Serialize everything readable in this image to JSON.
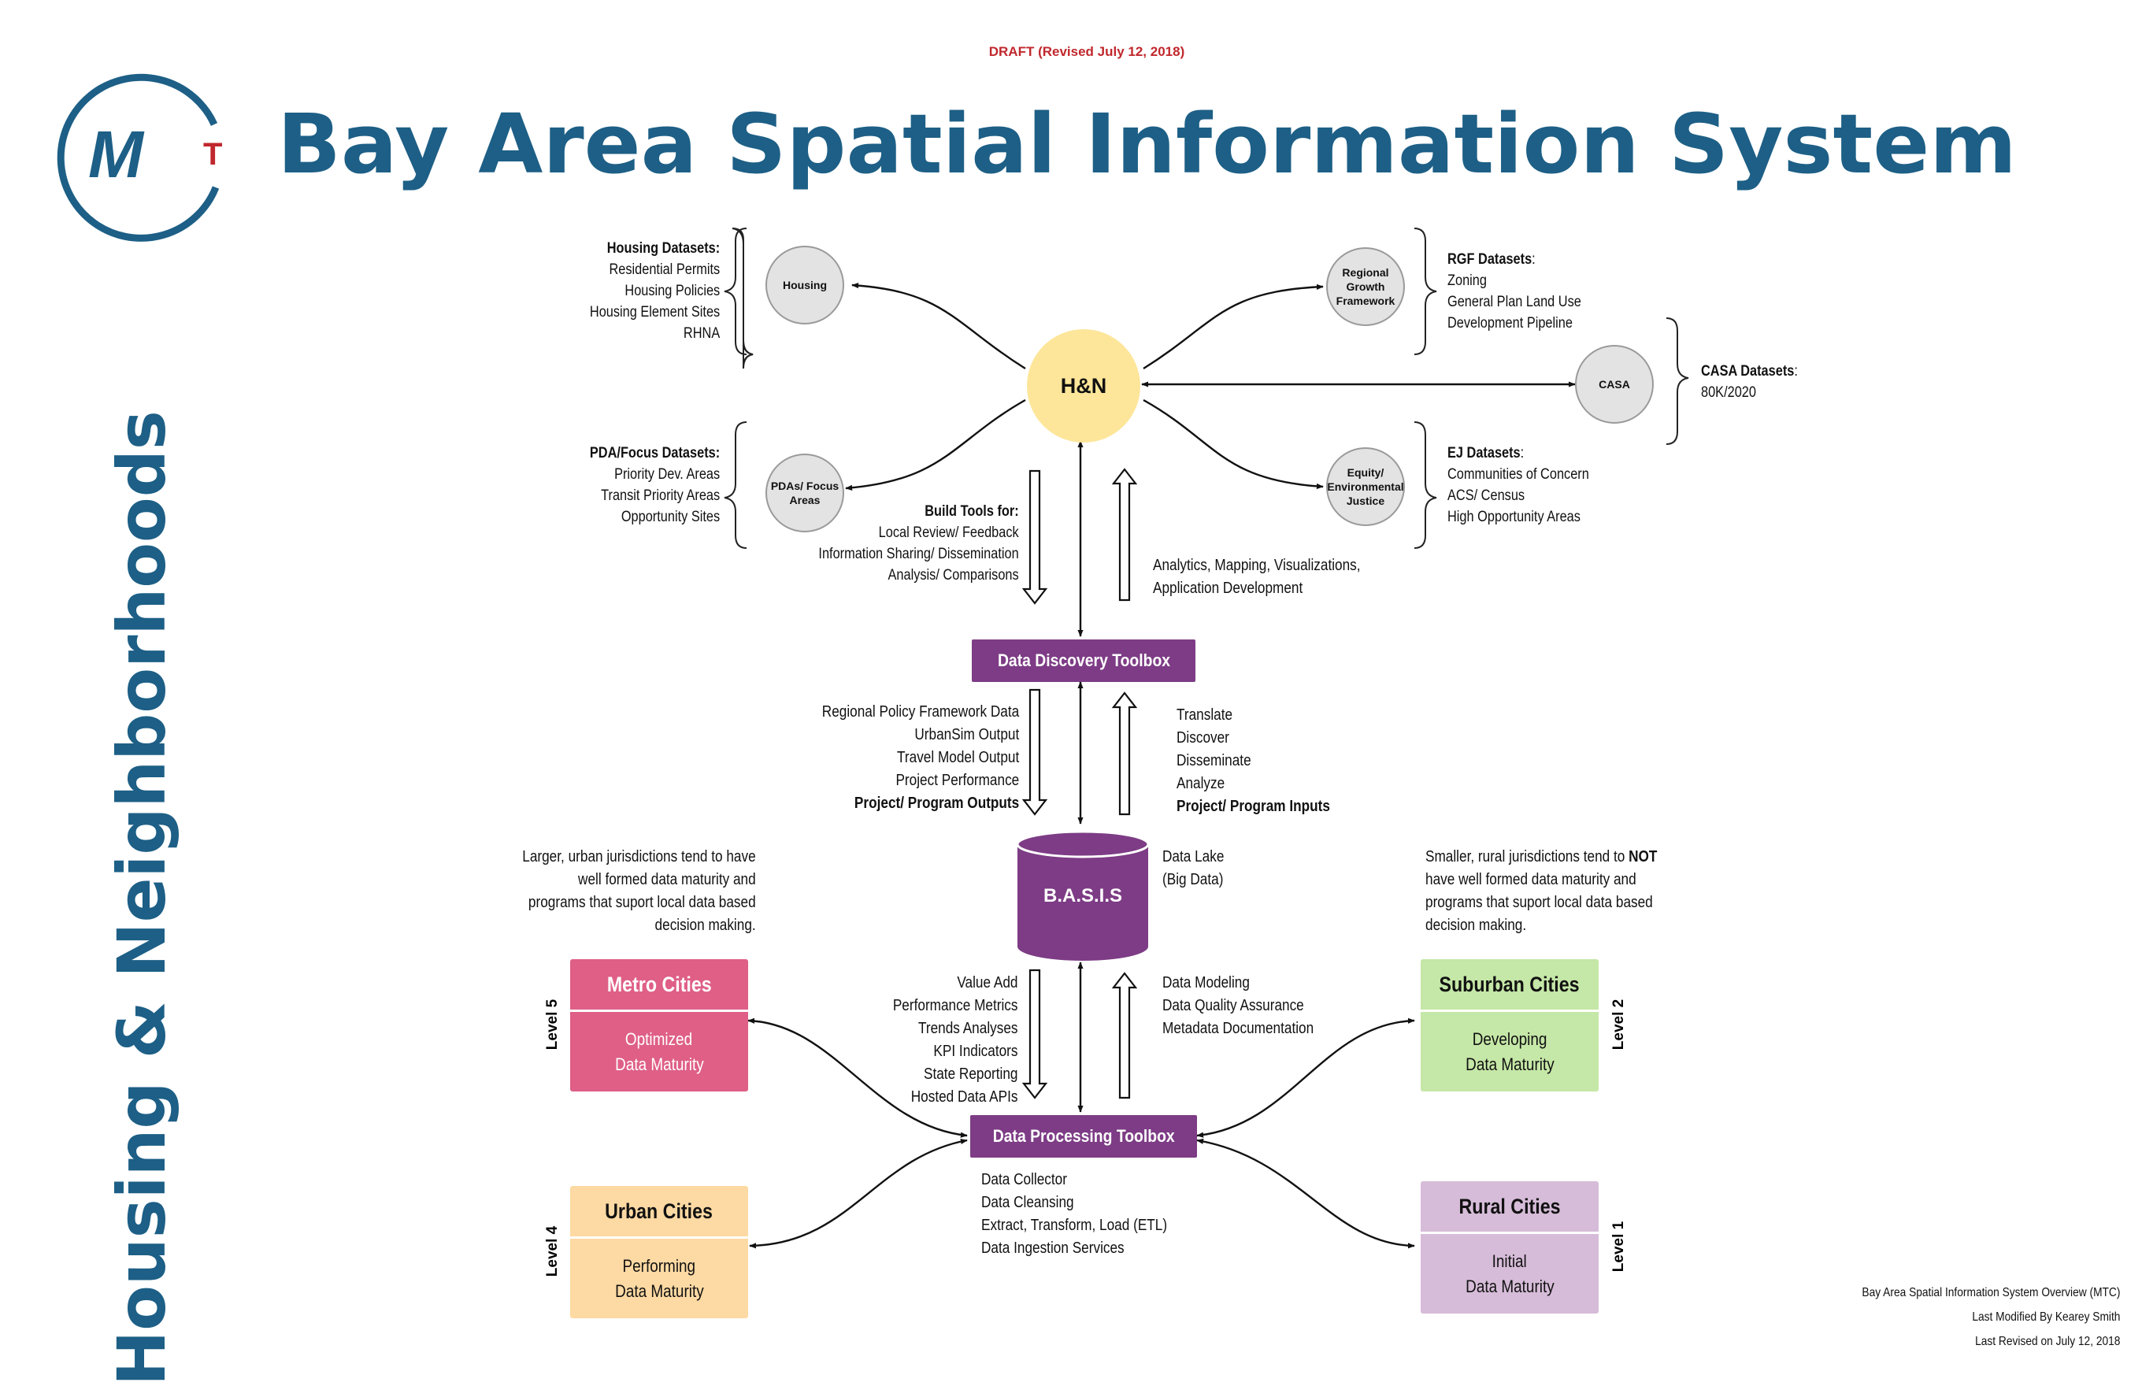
{
  "header": {
    "draft_label": "DRAFT (Revised July 12, 2018)",
    "title": "Bay Area Spatial Information System",
    "logo_text_m": "M",
    "logo_text_t": "T",
    "side_title": "Housing & Neighborhoods"
  },
  "colors": {
    "brand_blue": "#1d5f86",
    "draft_red": "#c0282d",
    "toolbox_purple": "#7d3c85",
    "hn_yellow": "#fde69a",
    "metro_pink": "#df5f86",
    "urban_orange": "#fdd9a3",
    "suburban_green": "#c5e7a7",
    "rural_lavender": "#d6bcd8"
  },
  "nodes": {
    "hn": "H&N",
    "housing": "Housing",
    "pdas": [
      "PDAs/ Focus",
      "Areas"
    ],
    "rgf": [
      "Regional",
      "Growth",
      "Framework"
    ],
    "casa": "CASA",
    "equity": [
      "Equity/",
      "Environmental",
      "Justice"
    ]
  },
  "datasets": {
    "housing": {
      "title": "Housing Datasets",
      "items": [
        "Residential Permits",
        "Housing Policies",
        "Housing Element Sites",
        "RHNA"
      ]
    },
    "pda": {
      "title": "PDA/Focus Datasets",
      "items": [
        "Priority Dev. Areas",
        "Transit Priority Areas",
        "Opportunity Sites"
      ]
    },
    "rgf": {
      "title": "RGF Datasets",
      "items": [
        "Zoning",
        "General Plan Land Use",
        "Development Pipeline"
      ]
    },
    "casa": {
      "title": "CASA Datasets",
      "items": [
        "80K/2020"
      ]
    },
    "ej": {
      "title": "EJ Datasets",
      "items": [
        "Communities of Concern",
        "ACS/ Census",
        "High Opportunity Areas"
      ]
    }
  },
  "flows": {
    "build_tools": {
      "title": "Build Tools for",
      "items": [
        "Local Review/ Feedback",
        "Information Sharing/ Dissemination",
        "Analysis/ Comparisons"
      ]
    },
    "analytics": [
      "Analytics, Mapping, Visualizations,",
      "Application Development"
    ],
    "outputs": [
      "Regional Policy Framework Data",
      "UrbanSim Output",
      "Travel Model Output",
      "Project Performance",
      "Project/ Program Outputs"
    ],
    "inputs": [
      "Translate",
      "Discover",
      "Disseminate",
      "Analyze",
      "Project/ Program Inputs"
    ],
    "value_add": [
      "Value Add",
      "Performance Metrics",
      "Trends Analyses",
      "KPI Indicators",
      "State Reporting",
      "Hosted Data APIs"
    ],
    "modeling": [
      "Data Modeling",
      "Data Quality Assurance",
      "Metadata Documentation"
    ],
    "collection": [
      "Data Collector",
      "Data Cleansing",
      "Extract, Transform, Load (ETL)",
      "Data Ingestion Services"
    ]
  },
  "toolboxes": {
    "discovery": "Data Discovery Toolbox",
    "processing": "Data Processing Toolbox"
  },
  "database": {
    "label": "B.A.S.I.S",
    "note": [
      "Data Lake",
      "(Big Data)"
    ]
  },
  "notes": {
    "larger": [
      "Larger, urban jurisdictions tend to have",
      "well formed data maturity and",
      "programs that suport local data based",
      "decision making."
    ],
    "smaller_prefix": "Smaller, rural jurisdictions tend to ",
    "smaller_emph": "NOT",
    "smaller_rest": [
      "have well formed data maturity and",
      "programs that suport local data based",
      "decision making."
    ]
  },
  "cities": {
    "metro": {
      "title": "Metro Cities",
      "line1": "Optimized",
      "line2": "Data Maturity",
      "level": "Level 5"
    },
    "urban": {
      "title": "Urban Cities",
      "line1": "Performing",
      "line2": "Data Maturity",
      "level": "Level 4"
    },
    "suburban": {
      "title": "Suburban Cities",
      "line1": "Developing",
      "line2": "Data Maturity",
      "level": "Level 2"
    },
    "rural": {
      "title": "Rural Cities",
      "line1": "Initial",
      "line2": "Data Maturity",
      "level": "Level 1"
    }
  },
  "footer": {
    "line1": "Bay Area Spatial Information System Overview (MTC)",
    "line2": "Last Modified By Kearey Smith",
    "line3": "Last Revised on July 12, 2018"
  }
}
